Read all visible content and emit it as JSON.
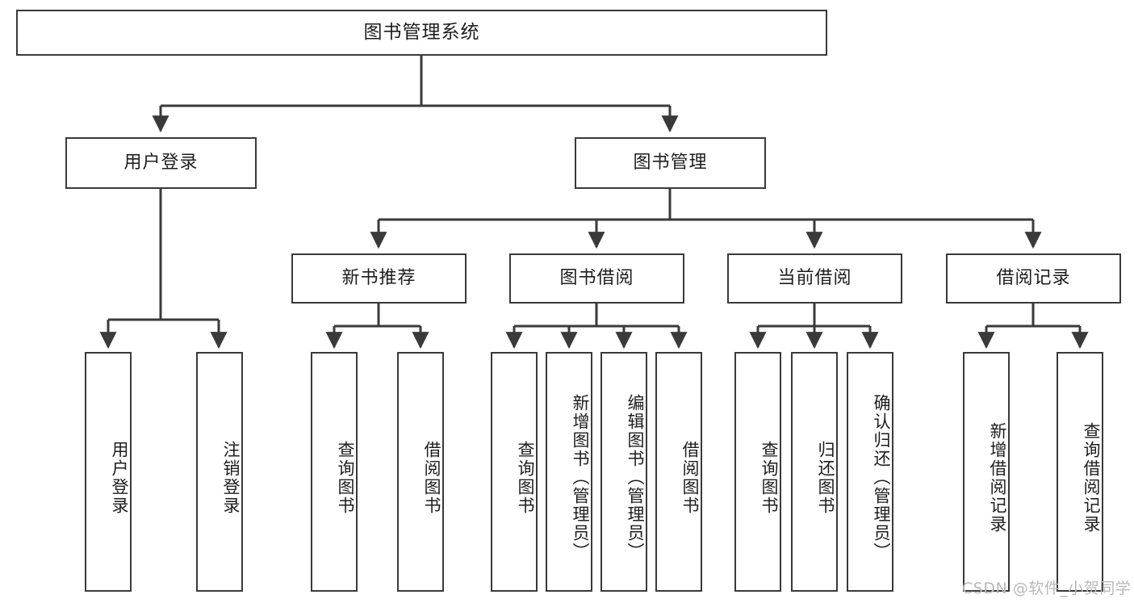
{
  "diagram": {
    "title": "图书管理系统",
    "watermark": "CSDN @软件_小贺同学",
    "style": {
      "border_color": "#3a3a3a",
      "text_color": "#1d1d1d",
      "background": "#ffffff",
      "edge_color": "#3a3a3a",
      "watermark_color": "#b9b9b9"
    },
    "nodes": {
      "root": "图书管理系统",
      "level2": [
        "用户登录",
        "图书管理"
      ],
      "level3": [
        "新书推荐",
        "图书借阅",
        "当前借阅",
        "借阅记录"
      ],
      "leaves_user_login": [
        "用户登录",
        "注销登录"
      ],
      "leaves_new_book": [
        "查询图书",
        "借阅图书"
      ],
      "leaves_borrow": [
        "查询图书",
        "新增图书（管理员）",
        "编辑图书（管理员）",
        "借阅图书"
      ],
      "leaves_current": [
        "查询图书",
        "归还图书",
        "确认归还（管理员）"
      ],
      "leaves_records": [
        "新增借阅记录",
        "查询借阅记录"
      ]
    }
  }
}
